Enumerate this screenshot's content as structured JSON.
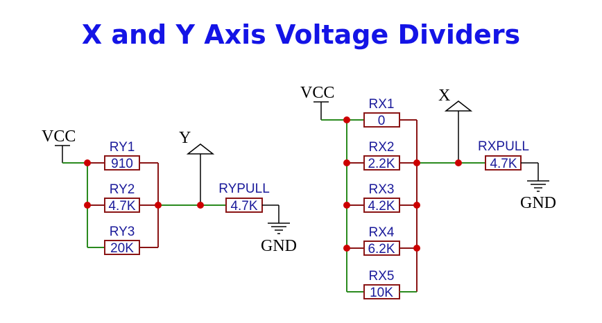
{
  "title": "X and Y Axis Voltage Dividers",
  "colors": {
    "title": "#1414e6",
    "wire": "#2a8a1e",
    "resistor": "#8a1414",
    "junction": "#cc0000",
    "label": "#1a1a9a"
  },
  "y_divider": {
    "vcc_label": "VCC",
    "output_label": "Y",
    "gnd_label": "GND",
    "resistors": [
      {
        "ref": "RY1",
        "value": "910"
      },
      {
        "ref": "RY2",
        "value": "4.7K"
      },
      {
        "ref": "RY3",
        "value": "20K"
      }
    ],
    "pull": {
      "ref": "RYPULL",
      "value": "4.7K"
    }
  },
  "x_divider": {
    "vcc_label": "VCC",
    "output_label": "X",
    "gnd_label": "GND",
    "resistors": [
      {
        "ref": "RX1",
        "value": "0"
      },
      {
        "ref": "RX2",
        "value": "2.2K"
      },
      {
        "ref": "RX3",
        "value": "4.2K"
      },
      {
        "ref": "RX4",
        "value": "6.2K"
      },
      {
        "ref": "RX5",
        "value": "10K"
      }
    ],
    "pull": {
      "ref": "RXPULL",
      "value": "4.7K"
    }
  }
}
